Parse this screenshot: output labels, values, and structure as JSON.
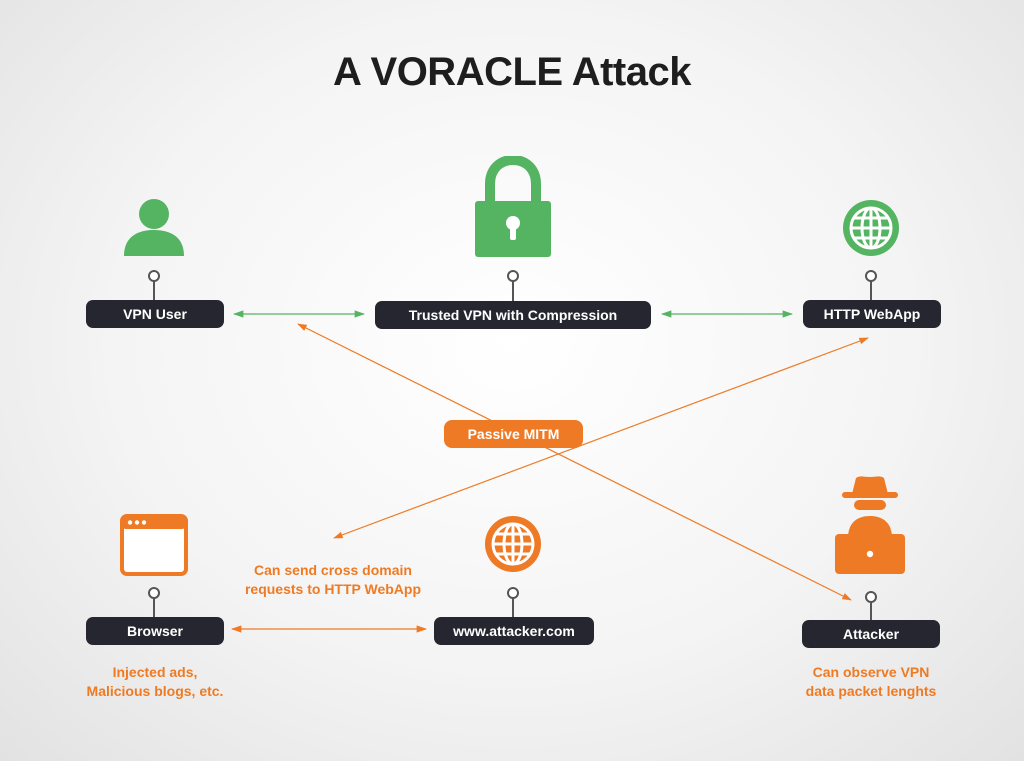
{
  "title": "A VORACLE Attack",
  "nodes": {
    "vpn_user": "VPN User",
    "trusted_vpn": "Trusted VPN with Compression",
    "http_webapp": "HTTP WebApp",
    "browser": "Browser",
    "attacker_site": "www.attacker.com",
    "attacker": "Attacker"
  },
  "mitm_label": "Passive MITM",
  "notes": {
    "cross_domain_line1": "Can send cross domain",
    "cross_domain_line2": "requests to HTTP WebApp",
    "browser_line1": "Injected ads,",
    "browser_line2": "Malicious blogs, etc.",
    "attacker_line1": "Can observe VPN",
    "attacker_line2": "data packet lenghts"
  },
  "icons": {
    "vpn_user": "user-icon",
    "trusted_vpn": "padlock-icon",
    "http_webapp": "globe-icon",
    "browser": "browser-window-icon",
    "attacker_site": "globe-icon",
    "attacker": "hacker-with-laptop-icon"
  },
  "colors": {
    "green": "#55b461",
    "orange": "#ee7a25",
    "pill_bg": "#262630",
    "title": "#1e1e1e"
  }
}
